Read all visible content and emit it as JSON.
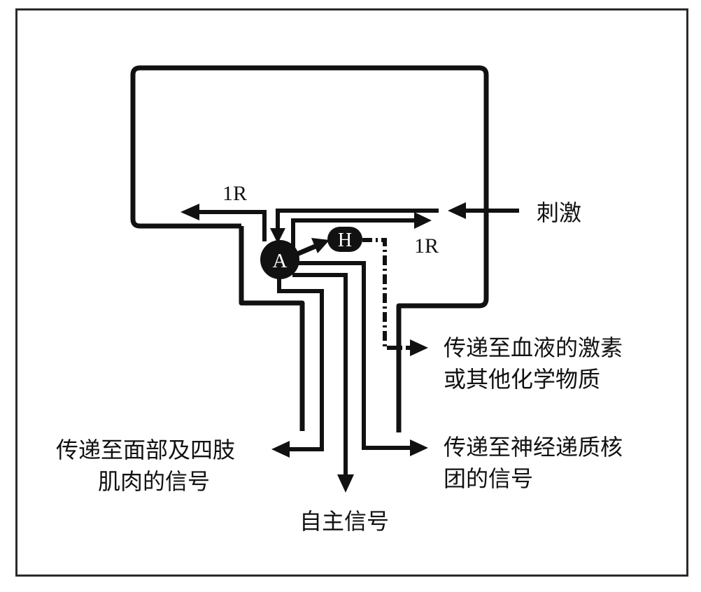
{
  "nodes": {
    "a": "A",
    "h": "H"
  },
  "tags": {
    "ir_left": "1R",
    "ir_right": "1R"
  },
  "labels": {
    "stimulus": "刺激",
    "hormone_line1": "传递至血液的激素",
    "hormone_line2": "或其他化学物质",
    "nuclei_line1": "传递至神经递质核",
    "nuclei_line2": "团的信号",
    "muscle_line1": "传递至面部及四肢",
    "muscle_line2": "肌肉的信号",
    "autonomic": "自主信号"
  },
  "colors": {
    "ink": "#111111",
    "frame": "#2a2a2a",
    "background": "#ffffff"
  }
}
